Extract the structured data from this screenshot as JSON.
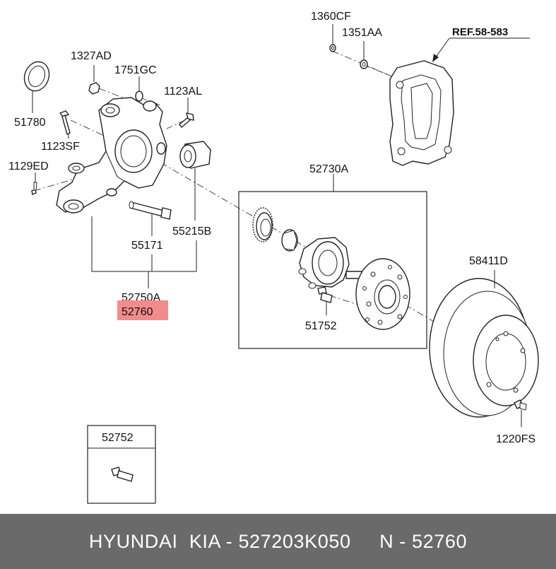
{
  "parts": {
    "p1360CF": "1360CF",
    "p1351AA": "1351AA",
    "ref": "REF.58-583",
    "p1327AD": "1327AD",
    "p1751GC": "1751GC",
    "p1123AL": "1123AL",
    "p51780": "51780",
    "p1123SF": "1123SF",
    "p1129ED": "1129ED",
    "p52730A": "52730A",
    "p55215B": "55215B",
    "p55171": "55171",
    "p52750A": "52750A",
    "p52760": "52760",
    "p51752": "51752",
    "p58411D": "58411D",
    "p1220FS": "1220FS",
    "p52752": "52752"
  },
  "highlight_color": "#f28b8b",
  "footer": {
    "text": "HYUNDAI  KIA - 527203K050     N - 52760",
    "background": "#6a6a6a"
  }
}
